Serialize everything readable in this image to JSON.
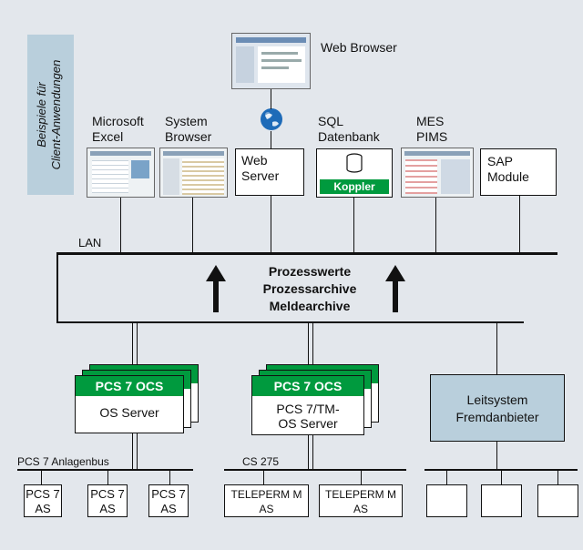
{
  "sidebar": {
    "text_line1": "Beispiele für",
    "text_line2": "Client-Anwendungen"
  },
  "clients": {
    "web_browser": "Web Browser",
    "excel_line1": "Microsoft",
    "excel_line2": "Excel",
    "sysbrowser_line1": "System",
    "sysbrowser_line2": "Browser",
    "webserver_line1": "Web",
    "webserver_line2": "Server",
    "sql_line1": "SQL",
    "sql_line2": "Datenbank",
    "koppler": "Koppler",
    "mes_line1": "MES",
    "mes_line2": "PIMS",
    "sap_line1": "SAP",
    "sap_line2": "Module"
  },
  "network": {
    "lan": "LAN",
    "anlagenbus": "PCS 7 Anlagenbus",
    "cs275": "CS 275"
  },
  "archive": {
    "line1": "Prozesswerte",
    "line2": "Prozessarchive",
    "line3": "Meldearchive"
  },
  "servers": {
    "ocs1_header": "PCS 7 OCS",
    "ocs1_label": "OS Server",
    "ocs2_header": "PCS 7 OCS",
    "ocs2_line1": "PCS 7/TM-",
    "ocs2_line2": "OS Server",
    "third_party_line1": "Leitsystem",
    "third_party_line2": "Fremdanbieter"
  },
  "as_units": [
    {
      "line1": "PCS 7",
      "line2": "AS"
    },
    {
      "line1": "PCS 7",
      "line2": "AS"
    },
    {
      "line1": "PCS 7",
      "line2": "AS"
    },
    {
      "line1": "TELEPERM M",
      "line2": "AS"
    },
    {
      "line1": "TELEPERM M",
      "line2": "AS"
    }
  ],
  "colors": {
    "background": "#e3e7ec",
    "sidebar": "#b9cfdc",
    "ocs_green": "#009a3e",
    "third_party": "#b9cfdc"
  }
}
